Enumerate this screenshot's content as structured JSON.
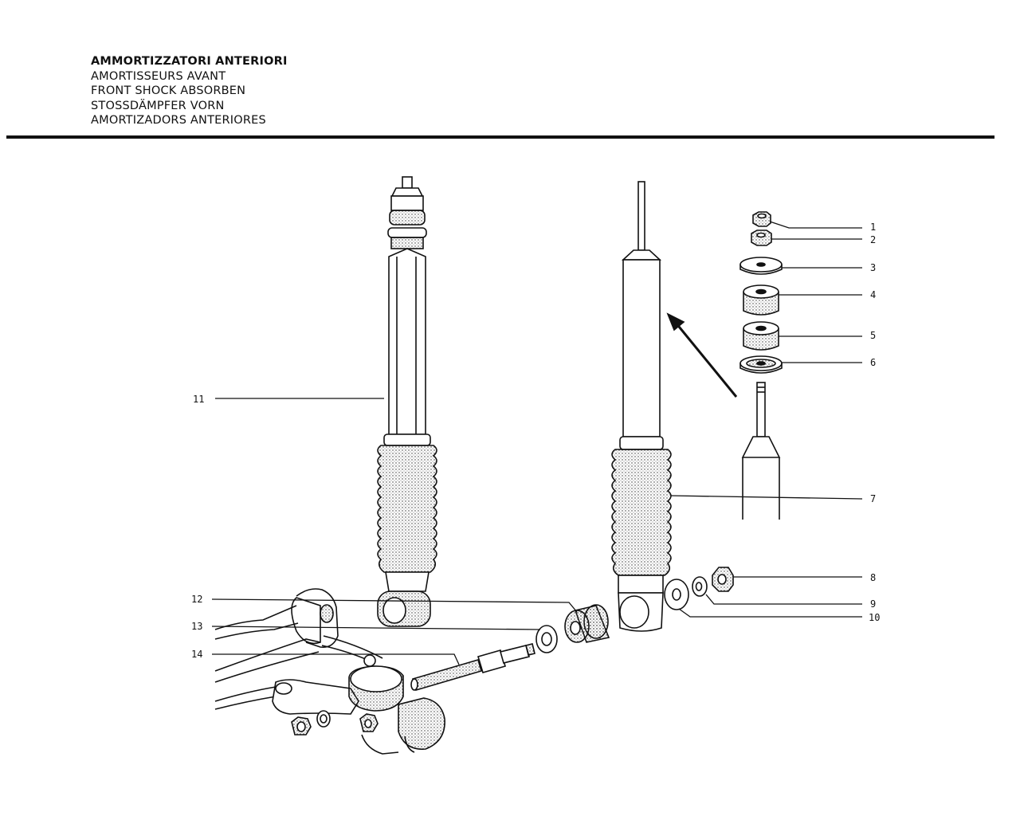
{
  "header": {
    "titles": [
      "AMMORTIZZATORI ANTERIORI",
      "AMORTISSEURS AVANT",
      "FRONT SHOCK ABSORBEN",
      "STOSSDÄMPFER VORN",
      "AMORTIZADORS ANTERIORES"
    ]
  },
  "callouts": [
    "1",
    "2",
    "3",
    "4",
    "5",
    "6",
    "7",
    "8",
    "9",
    "10",
    "11",
    "12",
    "13",
    "14"
  ]
}
